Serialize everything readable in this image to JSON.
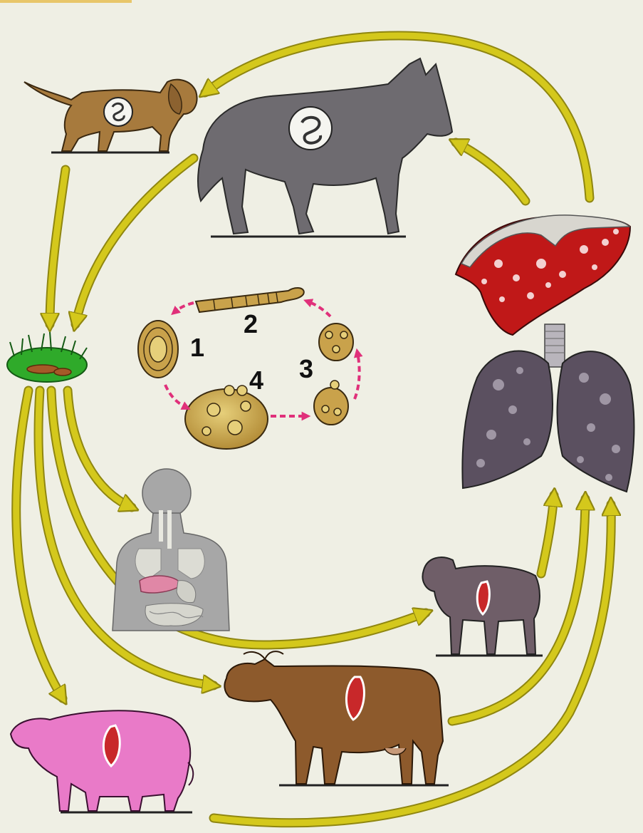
{
  "diagram": {
    "stage_labels": {
      "s1": "1",
      "s2": "2",
      "s3": "3",
      "s4": "4"
    },
    "colors": {
      "background": "#efefe4",
      "flow_arrow": "#d4c81c",
      "flow_arrow_edge": "#8f8610",
      "cycle_arrow": "#e0307a",
      "dog": "#a77a3d",
      "wolf": "#6e6b70",
      "liver": "#c01818",
      "lungs": "#5b5060",
      "sheep": "#6f5e68",
      "cow": "#8d5a2c",
      "pig": "#e97ac8",
      "cyst": "#c8282a",
      "egg_brown": "#c9a24b",
      "grass": "#2faa2a"
    },
    "icons": [
      "dog-icon",
      "wolf-icon",
      "grass-patch-icon",
      "liver-icon",
      "lungs-icon",
      "human-body-icon",
      "sheep-icon",
      "cow-icon",
      "pig-icon",
      "egg-icon",
      "tapeworm-icon",
      "scolex-icon",
      "hydatid-cyst-icon"
    ]
  }
}
